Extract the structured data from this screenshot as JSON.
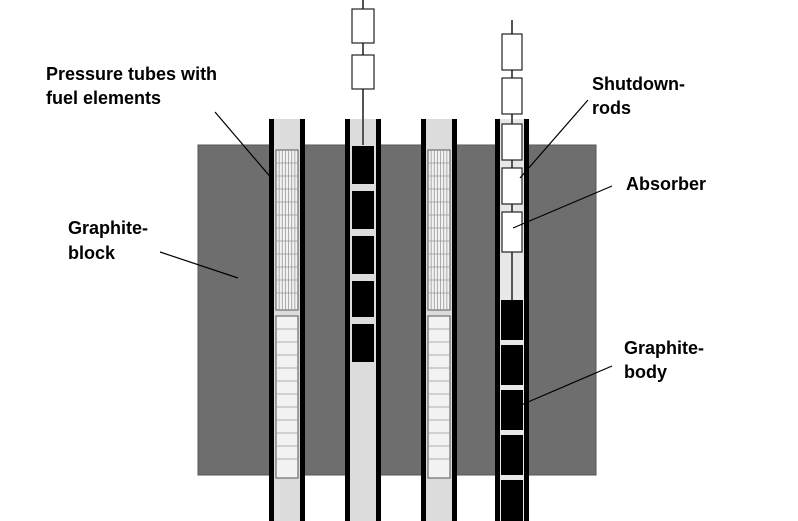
{
  "labels": {
    "pressure_tubes": [
      "Pressure tubes with",
      "fuel elements"
    ],
    "graphite_block": [
      "Graphite-",
      "block"
    ],
    "shutdown_rods": [
      "Shutdown-",
      "rods"
    ],
    "absorber": [
      "Absorber"
    ],
    "graphite_body": [
      "Graphite-",
      "body"
    ]
  },
  "colors": {
    "graphite_block": "#6e6e6e",
    "channel": "#dcdcdc",
    "tube_wall": "#000000",
    "absorber": "#ffffff",
    "graphite_body": "#000000"
  }
}
